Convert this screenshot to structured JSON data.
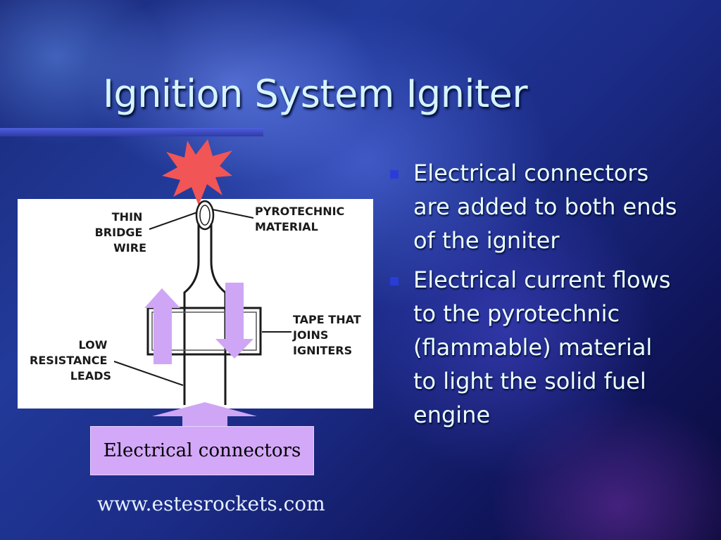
{
  "slide": {
    "title": "Ignition System Igniter",
    "bullets": [
      "Electrical connectors are added to both ends of the igniter",
      "Electrical current flows to the pyrotechnic (flammable) material to light the solid fuel engine"
    ],
    "callout": "Electrical connectors",
    "footer": "www.estesrockets.com"
  },
  "diagram": {
    "labels": {
      "thin_bridge_wire": [
        "THIN",
        "BRIDGE",
        "WIRE"
      ],
      "pyrotechnic_material": [
        "PYROTECHNIC",
        "MATERIAL"
      ],
      "tape": [
        "TAPE THAT",
        "JOINS",
        "IGNITERS"
      ],
      "leads": [
        "LOW",
        "RESISTANCE",
        "LEADS"
      ]
    }
  },
  "colors": {
    "accent_rule": "#3a4ac8",
    "flash": "#f25555",
    "arrow": "#cfa6f5",
    "callout_box": "#d3a8f8",
    "bullet": "#2a3cd8"
  }
}
